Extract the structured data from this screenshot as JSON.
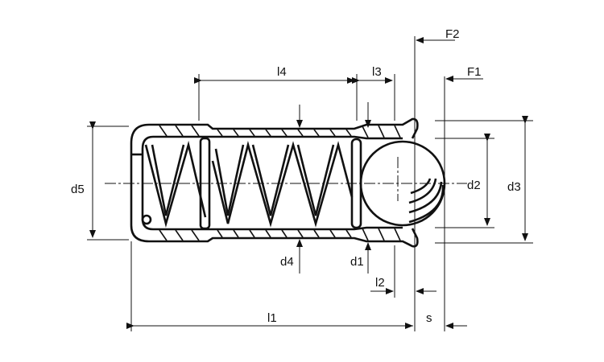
{
  "title": "Spring plunger with ball — dimension drawing",
  "labels": {
    "F2": "F2",
    "F1": "F1",
    "l4": "l4",
    "l3": "l3",
    "l2": "l2",
    "l1": "l1",
    "s": "s",
    "d5": "d5",
    "d2": "d2",
    "d3": "d3",
    "d4": "d4",
    "d1": "d1"
  },
  "colors": {
    "line": "#111111",
    "background": "#ffffff"
  }
}
